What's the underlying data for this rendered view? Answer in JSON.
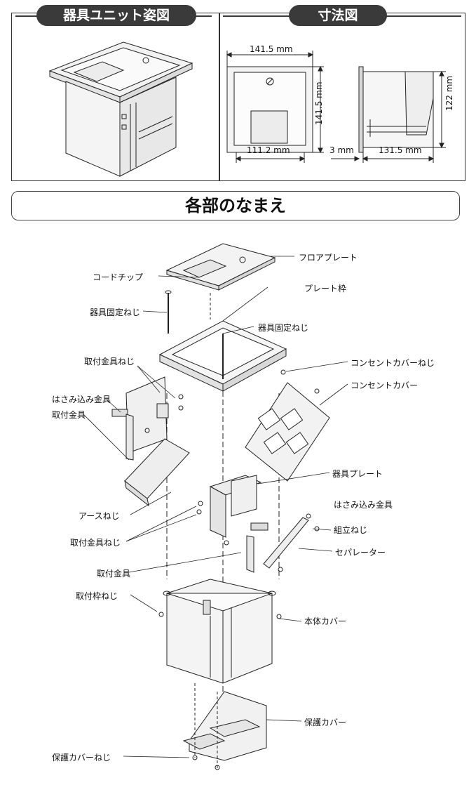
{
  "header": {
    "unit_view_title": "器具ユニット姿図",
    "dimensions_title": "寸法図"
  },
  "dimensions": {
    "top_width": "141.5 mm",
    "side_height": "141.5 mm",
    "bottom_width": "111.2 mm",
    "flange": "3 mm",
    "depth": "131.5 mm",
    "total_height": "122 mm"
  },
  "section_title": "各部のなまえ",
  "parts": {
    "floor_plate": "フロアプレート",
    "cord_chip": "コードチップ",
    "plate_frame": "プレート枠",
    "fixture_screw_left": "器具固定ねじ",
    "fixture_screw_center": "器具固定ねじ",
    "mount_bracket_screw_top": "取付金具ねじ",
    "outlet_cover_screw": "コンセントカバーねじ",
    "outlet_cover": "コンセントカバー",
    "clip_bracket_left": "はさみ込み金具",
    "mount_bracket_left": "取付金具",
    "fixture_plate": "器具プレート",
    "clip_bracket_right": "はさみ込み金具",
    "ground_screw": "アースねじ",
    "assembly_screw": "組立ねじ",
    "mount_bracket_screw_bottom": "取付金具ねじ",
    "separator": "セパレーター",
    "mount_bracket_center": "取付金具",
    "mount_frame_screw": "取付枠ねじ",
    "body_cover": "本体カバー",
    "protective_cover": "保護カバー",
    "protective_cover_screw": "保護カバーねじ"
  }
}
